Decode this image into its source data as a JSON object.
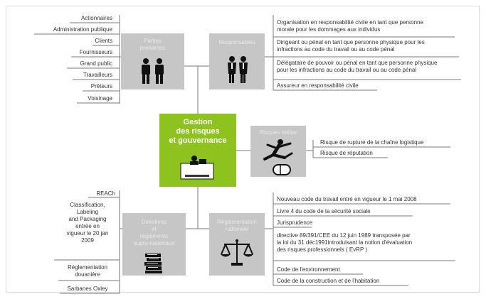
{
  "center": {
    "title": "Gestion\ndes risques\net gouvernance"
  },
  "nodes": {
    "parties": {
      "title": "Parties\nprenantes"
    },
    "responsables": {
      "title": "Responsables"
    },
    "risques": {
      "title": "Risques métier"
    },
    "directives": {
      "title": "Directives\net\nrèglements\nsupra-nationaux"
    },
    "reglementation": {
      "title": "Réglementation\nnationale"
    }
  },
  "parties_items": [
    "Actionnaires",
    "Administration publique",
    "Clients",
    "Fournisseurs",
    "Grand public",
    "Travailleurs",
    "Prêteurs",
    "Voisinage"
  ],
  "responsables_items": [
    "Organisation en responsabilité civile en tant que personne\nmorale pour les dommages aux individus",
    "Dirigeant ou pénal en tant que personne physique pour les\ninfractions au code du travail ou au code pénal",
    "Délégataire de pouvoir ou pénal en tant que personne physique\npour les infractions au code du travail ou au code pénal",
    "Assureur en responsabilité civile"
  ],
  "risques_items": [
    "Risque de rupture de la chaîne logistique",
    "Risque de réputation"
  ],
  "directives_items": [
    "REACh",
    "Classification,\nLabeling\nand Packaging\nentrée  en\nvigueur le 20 jan\n2009",
    "Réglementation\ndouanière",
    "Sarbanes Oxley"
  ],
  "reglementation_items": [
    "Nouveau code du travail entré en vigueur le 1 mai 2008",
    "Livre 4 du code de la sécurité sociale",
    "Jurisprudence",
    "directive 89/391/CEE du 12 juin 1989  transposée par\nla loi du 31 déc1991introduisant la notion d'évaluation\ndes risques  professionnels ( EvRP )",
    "Code de l'environnement",
    "Code de la construction et de l'habitation"
  ],
  "colors": {
    "center": "#8dc21f",
    "node": "#c6c6c6",
    "line": "#7a7a7a"
  },
  "icons": [
    "people-icon",
    "suits-icon",
    "falling-person-icon",
    "desk-person-icon",
    "books-icon",
    "scales-icon"
  ]
}
